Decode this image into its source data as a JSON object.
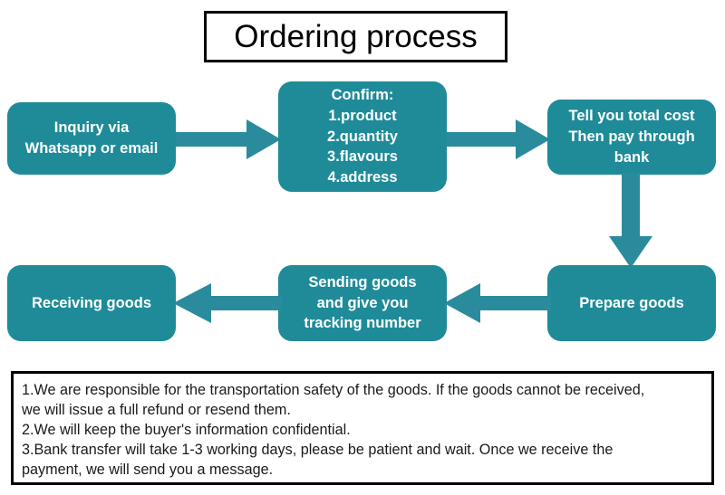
{
  "title": {
    "text": "Ordering process"
  },
  "colors": {
    "node_fill": "#1f8b99",
    "arrow_fill": "#2a8b9c",
    "node_text": "#ffffff",
    "border": "#000000",
    "footnote_text": "#1a1a1a",
    "background": "#ffffff"
  },
  "flow": {
    "nodes": [
      {
        "id": "inquiry",
        "lines": [
          "Inquiry via",
          "Whatsapp or email"
        ]
      },
      {
        "id": "confirm",
        "lines": [
          "Confirm:",
          "1.product",
          "2.quantity",
          "3.flavours",
          "4.address"
        ]
      },
      {
        "id": "cost",
        "lines": [
          "Tell you total cost",
          "Then pay through",
          "bank"
        ]
      },
      {
        "id": "prepare",
        "lines": [
          "Prepare goods"
        ]
      },
      {
        "id": "sending",
        "lines": [
          "Sending goods",
          "and give you",
          "tracking number"
        ]
      },
      {
        "id": "receiving",
        "lines": [
          "Receiving goods"
        ]
      }
    ],
    "arrows": [
      {
        "id": "inquiry-confirm",
        "direction": "right"
      },
      {
        "id": "confirm-cost",
        "direction": "right"
      },
      {
        "id": "cost-prepare",
        "direction": "down"
      },
      {
        "id": "prepare-sending",
        "direction": "left"
      },
      {
        "id": "sending-receiving",
        "direction": "left"
      }
    ]
  },
  "footnote": {
    "lines": [
      "1.We are responsible for the transportation safety of the goods. If the goods cannot be received,",
      "we will issue a full refund or resend them.",
      "2.We will keep the buyer's information confidential.",
      "3.Bank transfer will take 1-3 working days, please be patient and wait. Once we receive the",
      "payment, we will send you a message."
    ]
  }
}
